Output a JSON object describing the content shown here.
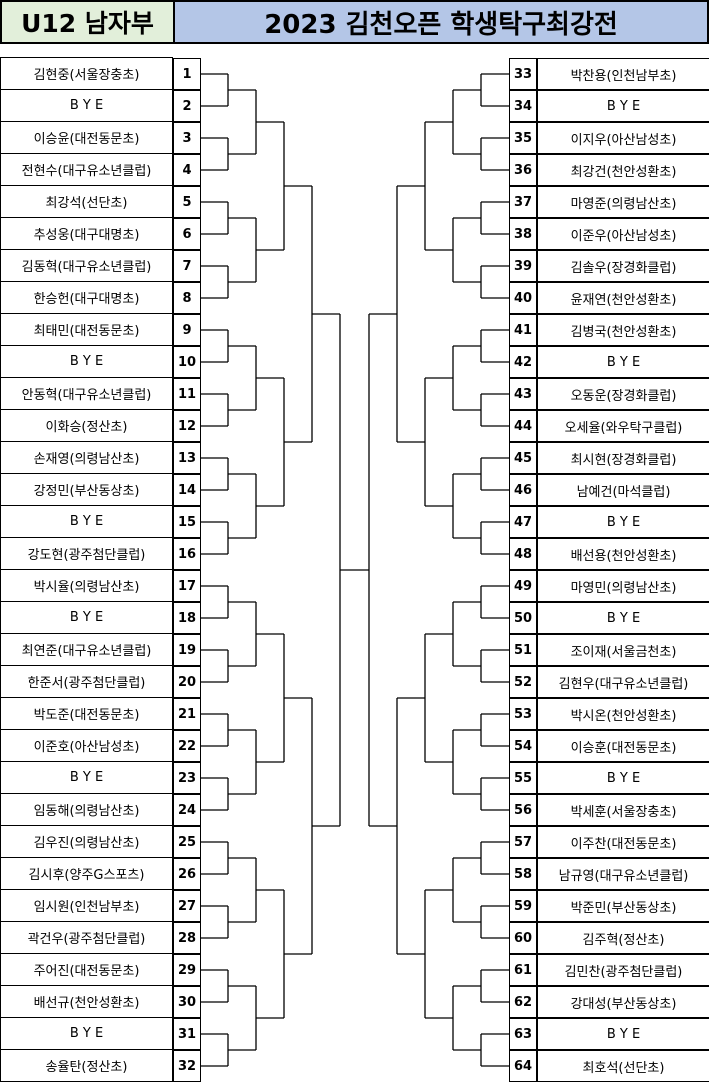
{
  "header": {
    "division": "U12 남자부",
    "title": "2023 김천오픈 학생탁구최강전"
  },
  "colors": {
    "division_bg": "#e2efda",
    "title_bg": "#b4c6e7",
    "line": "#000000"
  },
  "left_players": [
    {
      "seed": "1",
      "name": "김현중(서울장충초)"
    },
    {
      "seed": "2",
      "name": "B Y E"
    },
    {
      "seed": "3",
      "name": "이승윤(대전동문초)"
    },
    {
      "seed": "4",
      "name": "전현수(대구유소년클럽)"
    },
    {
      "seed": "5",
      "name": "최강석(선단초)"
    },
    {
      "seed": "6",
      "name": "추성웅(대구대명초)"
    },
    {
      "seed": "7",
      "name": "김동혁(대구유소년클럽)"
    },
    {
      "seed": "8",
      "name": "한승헌(대구대명초)"
    },
    {
      "seed": "9",
      "name": "최태민(대전동문초)"
    },
    {
      "seed": "10",
      "name": "B Y E"
    },
    {
      "seed": "11",
      "name": "안동혁(대구유소년클럽)"
    },
    {
      "seed": "12",
      "name": "이화승(정산초)"
    },
    {
      "seed": "13",
      "name": "손재영(의령남산초)"
    },
    {
      "seed": "14",
      "name": "강정민(부산동상초)"
    },
    {
      "seed": "15",
      "name": "B Y E"
    },
    {
      "seed": "16",
      "name": "강도현(광주첨단클럽)"
    },
    {
      "seed": "17",
      "name": "박시율(의령남산초)"
    },
    {
      "seed": "18",
      "name": "B Y E"
    },
    {
      "seed": "19",
      "name": "최연준(대구유소년클럽)"
    },
    {
      "seed": "20",
      "name": "한준서(광주첨단클럽)"
    },
    {
      "seed": "21",
      "name": "박도준(대전동문초)"
    },
    {
      "seed": "22",
      "name": "이준호(아산남성초)"
    },
    {
      "seed": "23",
      "name": "B Y E"
    },
    {
      "seed": "24",
      "name": "임동해(의령남산초)"
    },
    {
      "seed": "25",
      "name": "김우진(의령남산초)"
    },
    {
      "seed": "26",
      "name": "김시후(양주G스포츠)"
    },
    {
      "seed": "27",
      "name": "임시원(인천남부초)"
    },
    {
      "seed": "28",
      "name": "곽건우(광주첨단클럽)"
    },
    {
      "seed": "29",
      "name": "주어진(대전동문초)"
    },
    {
      "seed": "30",
      "name": "배선규(천안성환초)"
    },
    {
      "seed": "31",
      "name": "B Y E"
    },
    {
      "seed": "32",
      "name": "송율탄(정산초)"
    }
  ],
  "right_players": [
    {
      "seed": "33",
      "name": "박찬용(인천남부초)"
    },
    {
      "seed": "34",
      "name": "B Y E"
    },
    {
      "seed": "35",
      "name": "이지우(아산남성초)"
    },
    {
      "seed": "36",
      "name": "최강건(천안성환초)"
    },
    {
      "seed": "37",
      "name": "마영준(의령남산초)"
    },
    {
      "seed": "38",
      "name": "이준우(아산남성초)"
    },
    {
      "seed": "39",
      "name": "김솔우(장경화클럽)"
    },
    {
      "seed": "40",
      "name": "윤재연(천안성환초)"
    },
    {
      "seed": "41",
      "name": "김병국(천안성환초)"
    },
    {
      "seed": "42",
      "name": "B Y E"
    },
    {
      "seed": "43",
      "name": "오동운(장경화클럽)"
    },
    {
      "seed": "44",
      "name": "오세율(와우탁구클럽)"
    },
    {
      "seed": "45",
      "name": "최시현(장경화클럽)"
    },
    {
      "seed": "46",
      "name": "남예건(마석클럽)"
    },
    {
      "seed": "47",
      "name": "B Y E"
    },
    {
      "seed": "48",
      "name": "배선용(천안성환초)"
    },
    {
      "seed": "49",
      "name": "마영민(의령남산초)"
    },
    {
      "seed": "50",
      "name": "B Y E"
    },
    {
      "seed": "51",
      "name": "조이재(서울금천초)"
    },
    {
      "seed": "52",
      "name": "김현우(대구유소년클럽)"
    },
    {
      "seed": "53",
      "name": "박시온(천안성환초)"
    },
    {
      "seed": "54",
      "name": "이승훈(대전동문초)"
    },
    {
      "seed": "55",
      "name": "B Y E"
    },
    {
      "seed": "56",
      "name": "박세훈(서울장충초)"
    },
    {
      "seed": "57",
      "name": "이주찬(대전동문초)"
    },
    {
      "seed": "58",
      "name": "남규영(대구유소년클럽)"
    },
    {
      "seed": "59",
      "name": "박준민(부산동상초)"
    },
    {
      "seed": "60",
      "name": "김주혁(정산초)"
    },
    {
      "seed": "61",
      "name": "김민찬(광주첨단클럽)"
    },
    {
      "seed": "62",
      "name": "강대성(부산동상초)"
    },
    {
      "seed": "63",
      "name": "B Y E"
    },
    {
      "seed": "64",
      "name": "최호석(선단초)"
    }
  ]
}
